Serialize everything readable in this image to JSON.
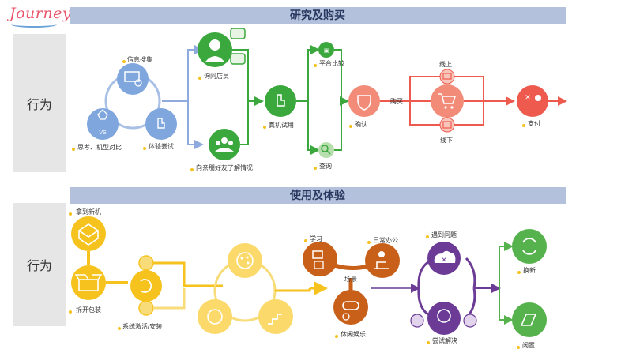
{
  "logo": "Journey",
  "section1": {
    "title": "研究及购买",
    "row_label": "行为",
    "labels": {
      "info_search": "信息搜集",
      "think_compare": "思考、机型对比",
      "experience_try": "体验尝试",
      "vs": "VS",
      "ask_clerk": "询问店员",
      "ask_friends": "向亲朋好友了解情况",
      "real_try": "真机试用",
      "platform_compare": "平台比较",
      "query": "查询",
      "confirm": "确认",
      "buy": "购买",
      "online": "线上",
      "offline": "线下",
      "pay": "支付"
    }
  },
  "section2": {
    "title": "使用及体验",
    "row_label": "行为",
    "labels": {
      "get_phone": "拿到新机",
      "unbox": "拆开包装",
      "activate": "系统激活/安装",
      "study": "学习",
      "daily_office": "日常办公",
      "scene": "场景",
      "leisure": "休闲娱乐",
      "meet_problem": "遇到问题",
      "try_solve": "尝试解决",
      "replace": "换新",
      "idle": "闲置"
    }
  },
  "colors": {
    "blue": "#5b8fd0",
    "green": "#3aa83d",
    "red": "#ee5a4d",
    "yellow": "#f5c21e",
    "orange": "#c8601a",
    "purple": "#6b3b96",
    "band": "#b4c1dc"
  }
}
